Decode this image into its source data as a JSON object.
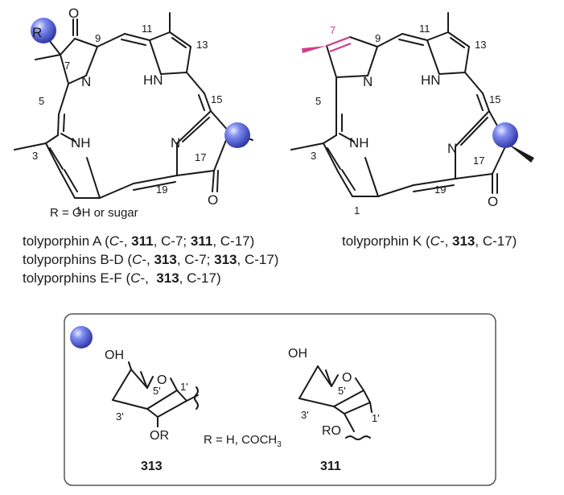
{
  "left_structure": {
    "atom_labels": {
      "r": "R",
      "o_top": "O",
      "o_bottom": "O",
      "n_left": "N",
      "hn": "HN",
      "nh": "NH",
      "n_right": "N"
    },
    "numbers": {
      "n7": "7",
      "n9": "9",
      "n11": "11",
      "n13": "13",
      "n15": "15",
      "n5": "5",
      "n3": "3",
      "n1": "1",
      "n19": "19",
      "n17": "17"
    },
    "r_note": "R = OH or sugar"
  },
  "right_structure": {
    "atom_labels": {
      "o_bottom": "O",
      "n_left": "N",
      "hn": "HN",
      "nh": "NH",
      "n_right": "N"
    },
    "numbers": {
      "n7": "7",
      "n9": "9",
      "n11": "11",
      "n13": "13",
      "n15": "15",
      "n5": "5",
      "n3": "3",
      "n1": "1",
      "n19": "19",
      "n17": "17"
    }
  },
  "captions": {
    "line1": {
      "name": "tolyporphin A (",
      "c_label": "C",
      "mid": "-, ",
      "b1": "311",
      "mid2": ", C-7; ",
      "b2": "311",
      "end": ", C-17)"
    },
    "line2": {
      "name": "tolyporphins B-D (",
      "c_label": "C",
      "mid": "-, ",
      "b1": "313",
      "mid2": ", C-7; ",
      "b2": "313",
      "end": ", C-17)"
    },
    "line3": {
      "name": "tolyporphins E-F (",
      "c_label": "C",
      "mid": "-,  ",
      "b1": "313",
      "end": ", C-17)"
    },
    "line4": {
      "name": "tolyporphin K (",
      "c_label": "C",
      "mid": "-, ",
      "b1": "313",
      "end": ", C-17)"
    }
  },
  "sugar_box": {
    "sugar_313": {
      "oh": "OH",
      "o_ring": "O",
      "n5p": "5'",
      "n1p": "1'",
      "n3p": "3'",
      "or_label": "OR",
      "id": "313"
    },
    "sugar_311": {
      "oh": "OH",
      "o_ring": "O",
      "n5p": "5'",
      "n1p": "1'",
      "n3p": "3'",
      "ro_label": "RO",
      "id": "311"
    },
    "r_note": "R = H, COCH",
    "r_note_sub": "3"
  },
  "colors": {
    "sugar_ball": "#4f5bd5",
    "highlight": "#d33d8b",
    "line": "#1a1a1a",
    "box_border": "#555555"
  }
}
